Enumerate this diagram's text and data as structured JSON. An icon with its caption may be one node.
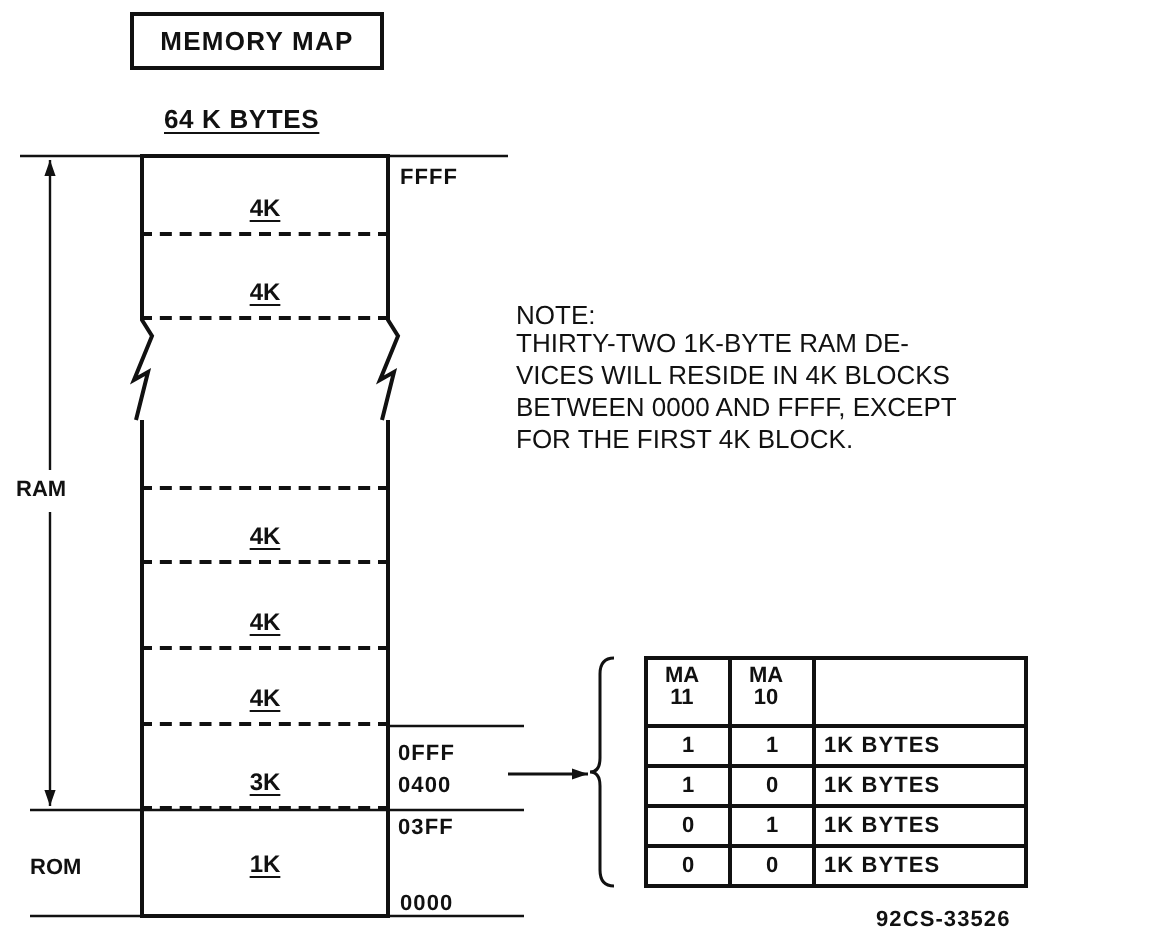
{
  "diagram": {
    "title": "MEMORY MAP",
    "nodes": [
      {
        "text": [],
        "shape": "box"
      },
      {
        "text": [
          "4K"
        ],
        "in": 0
      },
      {
        "text": [
          "4K"
        ],
        "in": 0
      },
      {
        "text": [
          "4K"
        ],
        "in": 0
      },
      {
        "text": [
          "4K"
        ],
        "in": 0
      },
      {
        "text": [
          "4K"
        ],
        "in": 0
      },
      {
        "text": [
          "3K"
        ],
        "in": 0
      },
      {
        "text": [
          "1K"
        ],
        "in": 0
      },
      {
        "text": [
          "MA 11",
          "MA 10",
          "1",
          "1",
          "1K BYTES",
          "1",
          "0",
          "1K BYTES",
          "0",
          "1",
          "1K BYTES",
          "0",
          "0",
          "1K BYTES"
        ]
      }
    ],
    "edges": [
      {
        "from": null,
        "to": 8,
        "arrow": "to"
      }
    ],
    "labels": [
      "64 K BYTES",
      "FFFF",
      "NOTE:",
      "THIRTY-TWO 1K-BYTE RAM DE- VICES WILL RESIDE IN 4K BLOCKS BETWEEN 0000 AND FFFF, EXCEPT FOR THE FIRST 4K BLOCK.",
      "RAM",
      "0FFF",
      "0400",
      "03FF",
      "ROM",
      "0000",
      "92CS-33526"
    ]
  }
}
